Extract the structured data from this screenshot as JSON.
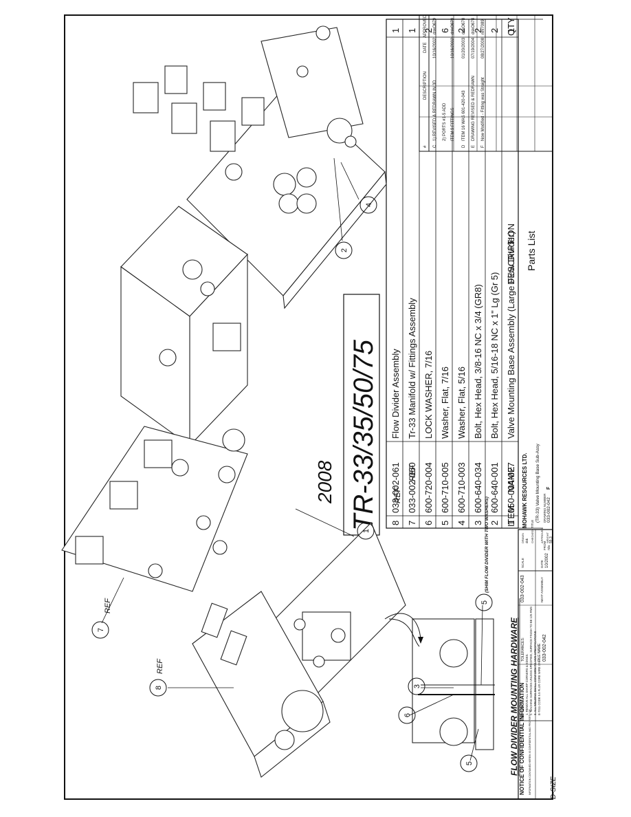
{
  "drawing_title": "TR-33/35/50/75",
  "drawing_year": "2008",
  "hardware_title": "FLOW DIVIDER MOUNTING HARDWARE",
  "shim_note": "(SHIM FLOW DIVIDER WITH TWO WASHERS)",
  "size_label": "D-SIZE",
  "ref_label": "REF",
  "parts_list": {
    "title": "Parts List",
    "header": {
      "item": "ITEM",
      "name": "NAME",
      "description": "DESCRIPTION",
      "qty": "QTY"
    },
    "rows": [
      {
        "item": "8",
        "name": "033-002-061",
        "description": "Flow Divider Assembly",
        "qty": "1",
        "ref": "REF"
      },
      {
        "item": "7",
        "name": "033-002-060",
        "description": "Tr-33 Manifold w/ Fittings Assembly",
        "qty": "1",
        "ref": "REF"
      },
      {
        "item": "6",
        "name": "600-720-004",
        "description": "LOCK WASHER, 7/16",
        "qty": "2",
        "ref": ""
      },
      {
        "item": "5",
        "name": "600-710-005",
        "description": "Washer, Flat, 7/16",
        "qty": "6",
        "ref": ""
      },
      {
        "item": "4",
        "name": "600-710-003",
        "description": "Washer, Flat, 5/16",
        "qty": "2",
        "ref": ""
      },
      {
        "item": "3",
        "name": "600-640-034",
        "description": "Bolt, Hex Head, 3/8-16 NC x 3/4 (GR8)",
        "qty": "2",
        "ref": ""
      },
      {
        "item": "2",
        "name": "600-640-001",
        "description": "Bolt, Hex Head, 5/16-18 NC x 1\" Lg (Gr 5)",
        "qty": "2",
        "ref": ""
      },
      {
        "item": "1",
        "name": "050-004-027",
        "description": "Valve Mounting Base Assembly (Large Flow Divider)",
        "qty": "1",
        "ref": ""
      }
    ]
  },
  "callouts": [
    "1",
    "2",
    "3",
    "4",
    "5",
    "5",
    "6",
    "7",
    "8"
  ],
  "revision_block": {
    "headers": [
      "#",
      "DESCRIPTION",
      "DATE",
      "APPROVED"
    ],
    "rows": [
      {
        "rev": "C",
        "description": "1) REVISED & REDRAWN IN 3D",
        "date": "10/16/2002",
        "approved": "dskO679"
      },
      {
        "rev": "",
        "description": "2) PORTS #1-5 ADD",
        "date": "",
        "approved": ""
      },
      {
        "rev": "",
        "description": "ITEM 9 FITTINGS",
        "date": "10/16/2002",
        "approved": "dskO679"
      },
      {
        "rev": "D",
        "description": "ITEM 16 WAS 601-420-043",
        "date": "01/20/2003",
        "approved": "dskO678"
      },
      {
        "rev": "E",
        "description": "DRAWING REVISED & REDRAWN",
        "date": "07/19/2004",
        "approved": "dskO678"
      },
      {
        "rev": "F",
        "description": "Now Modified - Fitting was Straight",
        "date": "08/27/2008",
        "approved": "rev7089"
      }
    ]
  },
  "title_block": {
    "confidential_title": "NOTICE OF CONFIDENTIAL INFORMATION",
    "notes_label": "NOTES:",
    "notes": [
      "1. REMOVE ALL SHARP CORNERS & EDGES.",
      "2. MACHINE SURFACES UNLESS SPECIFIED, SURFACE FINISH TO BE 125 RMS",
      "3. ALL WELDING SHALL CONFORM TO AWS SPECIFICATIONS",
      "E-7011 CODE 5.5 FLUX CORE WIRE ONLY."
    ],
    "tolerances_label": "TOLERANCES:",
    "file_name_label": "FILE NAME",
    "file_name": "033-002-042",
    "next_assembly_label": "NEXT ASSEMBLY",
    "next_assembly": "033-002-043",
    "scale_label": "SCALE",
    "drawn_label": "DRAWN",
    "drawn": "dsk",
    "checked_label": "CHECKED",
    "approved_label": "APPROVED",
    "date_label": "DATE",
    "date": "10/2002",
    "weight_label": "WEIGHT",
    "weight": "55.3",
    "company": "MOHAWK RESOURCES LTD.",
    "title_label": "TITLE",
    "title": "(TR-33) Valve Mounting Base Sub-Assy",
    "drawing_number_label": "DRAWING NUMBER",
    "drawing_number": "033-002-042",
    "from_label": "FROM",
    "from": "n/a",
    "rev": "F"
  }
}
